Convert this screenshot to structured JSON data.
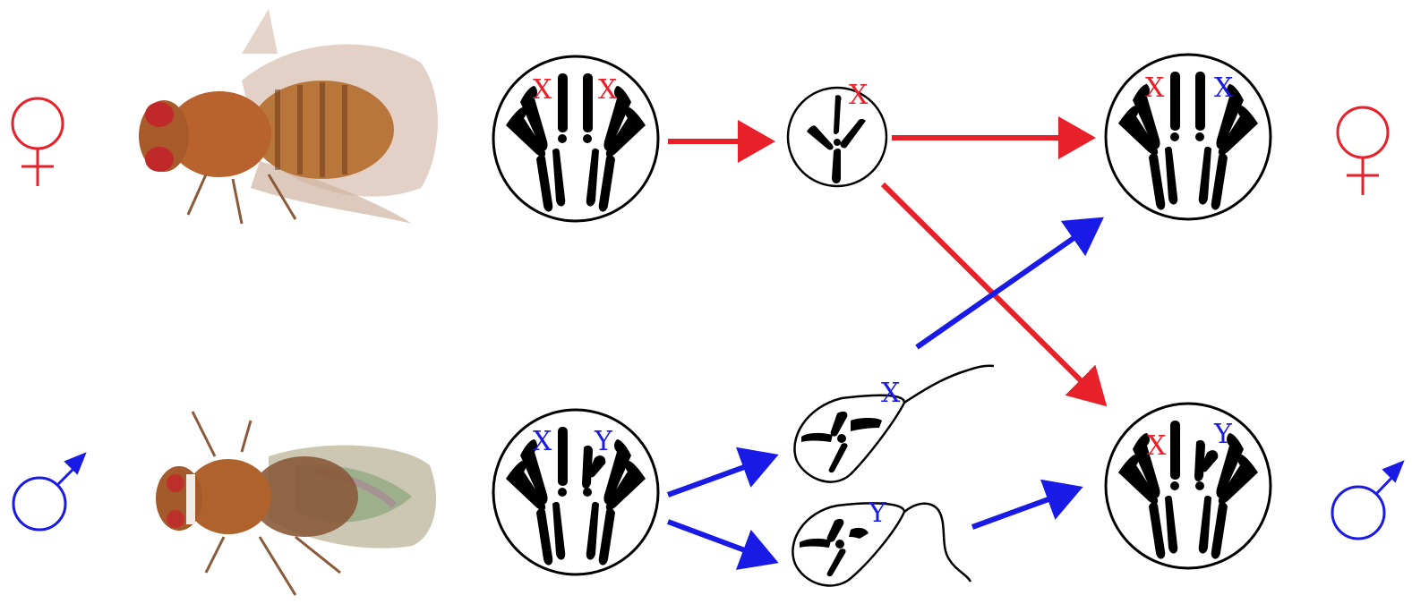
{
  "colors": {
    "female": "#e8202a",
    "male": "#1a1ae6",
    "ink": "#000000",
    "fly_body": "#b86a35",
    "fly_eye": "#c0282a"
  },
  "symbols": {
    "female": "venus-symbol",
    "male": "mars-symbol"
  },
  "labels": {
    "female_parent_chrom_left": "X",
    "female_parent_chrom_right": "X",
    "egg_chrom": "X",
    "male_parent_chrom_left": "X",
    "male_parent_chrom_right": "Y",
    "sperm_x_chrom": "X",
    "sperm_y_chrom": "Y",
    "daughter_chrom_left": "X",
    "daughter_chrom_right": "X",
    "son_chrom_left": "X",
    "son_chrom_right": "Y"
  },
  "label_colors": {
    "female_parent_chrom_left": "#e8202a",
    "female_parent_chrom_right": "#e8202a",
    "egg_chrom": "#e8202a",
    "male_parent_chrom_left": "#1a1ae6",
    "male_parent_chrom_right": "#1a1ae6",
    "sperm_x_chrom": "#1a1ae6",
    "sperm_y_chrom": "#1a1ae6",
    "daughter_chrom_left": "#e8202a",
    "daughter_chrom_right": "#1a1ae6",
    "son_chrom_left": "#e8202a",
    "son_chrom_right": "#1a1ae6"
  }
}
